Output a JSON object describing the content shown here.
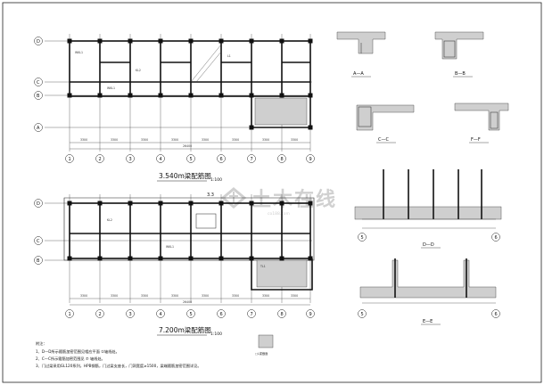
{
  "drawing": {
    "plan1_title": "3.540m梁配筋图",
    "plan1_scale": "1:100",
    "plan2_title": "7.200m梁配筋图",
    "plan2_scale": "1:100",
    "grid_cols": [
      "1",
      "2",
      "3",
      "4",
      "5",
      "6",
      "7",
      "8",
      "9"
    ],
    "plan1_rows": [
      "D",
      "C",
      "B",
      "A"
    ],
    "plan2_rows": [
      "D",
      "C",
      "B"
    ],
    "dims_bottom": [
      "3300",
      "3300",
      "3300",
      "3300",
      "3300",
      "3300",
      "3300",
      "3300"
    ],
    "dim_total": "26400",
    "plan2_label": "3.3",
    "section_labels": [
      "A—A",
      "B—B",
      "C—C",
      "F—F",
      "D—D",
      "E—E"
    ],
    "dd_axis": [
      "5",
      "6"
    ],
    "ee_axis": [
      "5",
      "6"
    ],
    "tags": [
      "WKL1",
      "KL2",
      "L1",
      "TL1"
    ],
    "detail_label": "□L梁截面",
    "notes_heading": "附注：",
    "notes": [
      "1、D—D所示箍筋加密范围见相应平面 ①轴线处。",
      "2、C—C所示箍筋加密范围见 ⑦ 轴线处。",
      "3、门过梁采用GL120系列，HPB钢筋，门过梁支座长，门洞宽度≥1500，梁端箍筋加密范围详见。"
    ]
  },
  "watermark": {
    "text": "土木在线",
    "url": "co188.com"
  }
}
